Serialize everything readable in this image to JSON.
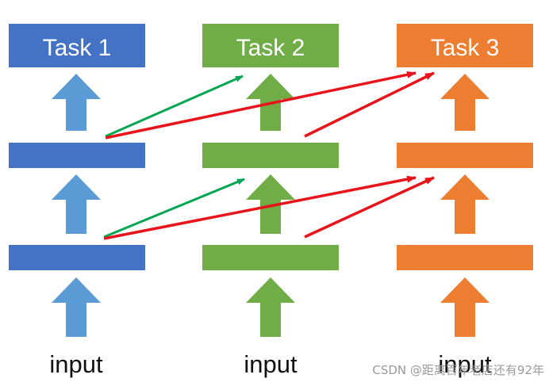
{
  "columns": [
    {
      "task_label": "Task 1",
      "input_label": "input",
      "color": "#4472C4",
      "arrow_color": "#5B9BD5"
    },
    {
      "task_label": "Task 2",
      "input_label": "input",
      "color": "#70AD47",
      "arrow_color": "#70AD47"
    },
    {
      "task_label": "Task 3",
      "input_label": "input",
      "color": "#ED7D31",
      "arrow_color": "#ED7D31"
    }
  ],
  "connection_colors": {
    "green": "#00A651",
    "red": "#E8141B"
  },
  "watermark": "CSDN @距离百年老店还有92年"
}
